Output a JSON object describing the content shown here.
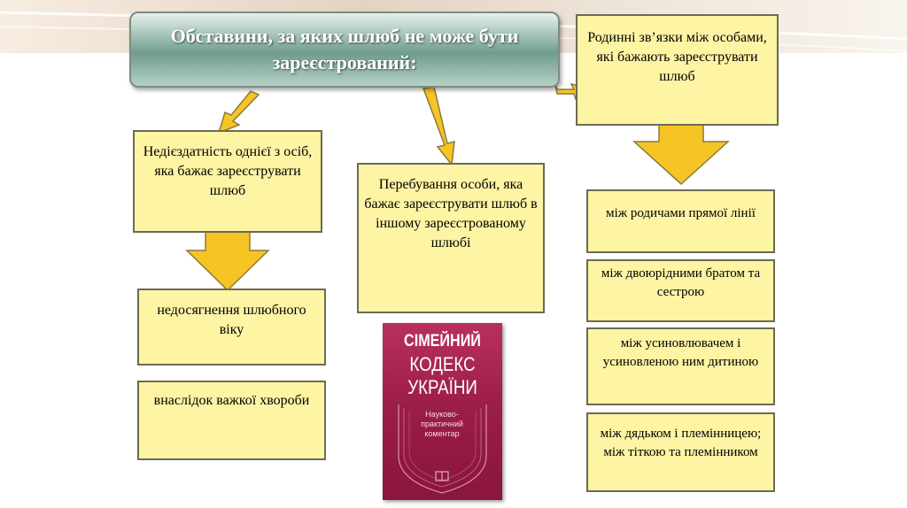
{
  "title": "Обставини, за яких шлюб не може бути зареєстрований:",
  "boxes": {
    "incapacity": "Недієздатність однієї з осіб, яка бажає зареєструвати шлюб",
    "age": "недосягнення шлюбного віку",
    "illness": "внаслідок важкої хвороби",
    "married": "Перебування особи, яка бажає зареєструвати шлюб в іншому зареєстрованому шлюбі",
    "kinship": "Родинні зв’язки між особами, які бажають зареєструвати шлюб",
    "direct_line": "між родичами прямої лінії",
    "cousins": "між двоюрідними братом та сестрою",
    "adoptive": "між усиновлювачем і усиновленою ним дитиною",
    "uncle_aunt": "між дядьком і племінницею; між тіткою та племінником"
  },
  "book": {
    "line1": "СІМЕЙНИЙ",
    "line2": "КОДЕКС",
    "line3": "УКРАЇНИ",
    "subtitle": "Науково-практичний коментар"
  },
  "colors": {
    "box_fill": "#fdf4a4",
    "arrow_fill": "#f6c424",
    "title_fill": "#6f9c8e",
    "book_cover": "#9a1d45"
  }
}
